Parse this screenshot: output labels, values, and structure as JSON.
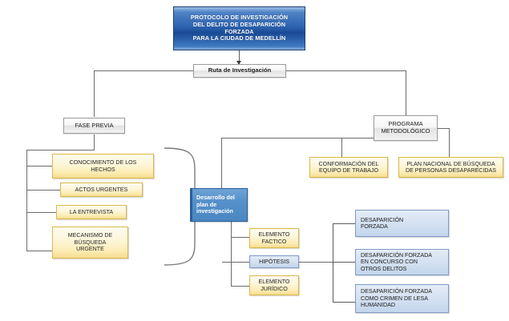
{
  "diagram": {
    "title_node": {
      "id": "protocolo",
      "text": "PROTOCOLO DE INVESTIGACIÓN\nDEL DELITO DE DESAPARICIÓN\nFORZADA\nPARA LA CIUDAD DE MEDELLÍN"
    },
    "route_node": {
      "id": "ruta",
      "text": "Ruta de Investigación"
    },
    "branches": [
      {
        "id": "fase-previa",
        "text": "FASE PREVIA",
        "children": [
          {
            "id": "conocimiento-hechos",
            "text": "CONOCIMIENTO DE LOS\nHECHOS"
          },
          {
            "id": "actos-urgentes",
            "text": "ACTOS URGENTES"
          },
          {
            "id": "la-entrevista",
            "text": "LA ENTREVISTA"
          },
          {
            "id": "mecanismo-busqueda-urgente",
            "text": "MECANISMO DE\nBÚSQUEDA\nURGENTE"
          }
        ]
      },
      {
        "id": "programa-metodologico",
        "text": "PROGRAMA\nMETODOLÓGICO",
        "children": [
          {
            "id": "conformacion-equipo",
            "text": "CONFORMACIÓN DEL\nEQUIPO DE TRABAJO"
          },
          {
            "id": "plan-nacional-busqueda",
            "text": "PLAN NACIONAL DE BÚSQUEDA\nDE PERSONAS DESAPARECIDAS"
          }
        ]
      }
    ],
    "plan_node": {
      "id": "desarrollo-plan",
      "text": "Desarrollo del\nplan de\ninvestigación"
    },
    "elements": [
      {
        "id": "elemento-factico",
        "text": "ELEMENTO\nFACTICO"
      },
      {
        "id": "hipotesis",
        "text": "HIPÓTESIS"
      },
      {
        "id": "elemento-juridico",
        "text": "ELEMENTO\nJURÍDICO"
      }
    ],
    "hypothesis_outcomes": [
      {
        "id": "desaparicion-forzada",
        "text": "DESAPARICIÓN\nFORZADA"
      },
      {
        "id": "desaparicion-forzada-concurso",
        "text": "DESAPARICIÓN FORZADA\nEN CONCURSO CON\nOTROS DELITOS"
      },
      {
        "id": "desaparicion-forzada-lesa-humanidad",
        "text": "DESAPARICIÓN FORZADA\nCOMO CRIMEN DE LESA\nHUMANIDAD"
      }
    ]
  },
  "colors": {
    "title_blue_dark": "#194a95",
    "title_blue_mid": "#2a60ae",
    "yellow_fill": "#fdf6da",
    "yellow_border": "#d9b84a",
    "lightblue_fill": "#d3e0f1",
    "lightblue_border": "#8099c4",
    "midblue_fill": "#5590c9",
    "midblue_border": "#2d5f98",
    "gray_border": "#9a9a9a",
    "connector_line": "#6b6b6b",
    "canvas_background": "#ffffff"
  }
}
